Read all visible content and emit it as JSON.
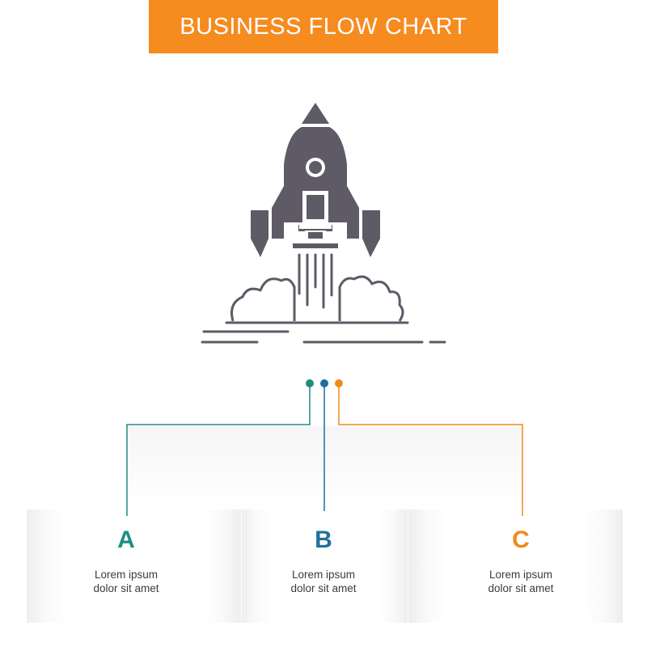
{
  "title": "BUSINESS FLOW CHART",
  "icon": "rocket-launch-icon",
  "colors": {
    "banner": "#f68b1f",
    "icon": "#5e5a66",
    "a": "#1f8e80",
    "b": "#1e6f9c",
    "c": "#f08a1c"
  },
  "steps": [
    {
      "letter": "A",
      "line1": "Lorem ipsum",
      "line2": "dolor sit amet"
    },
    {
      "letter": "B",
      "line1": "Lorem ipsum",
      "line2": "dolor sit amet"
    },
    {
      "letter": "C",
      "line1": "Lorem ipsum",
      "line2": "dolor sit amet"
    }
  ]
}
